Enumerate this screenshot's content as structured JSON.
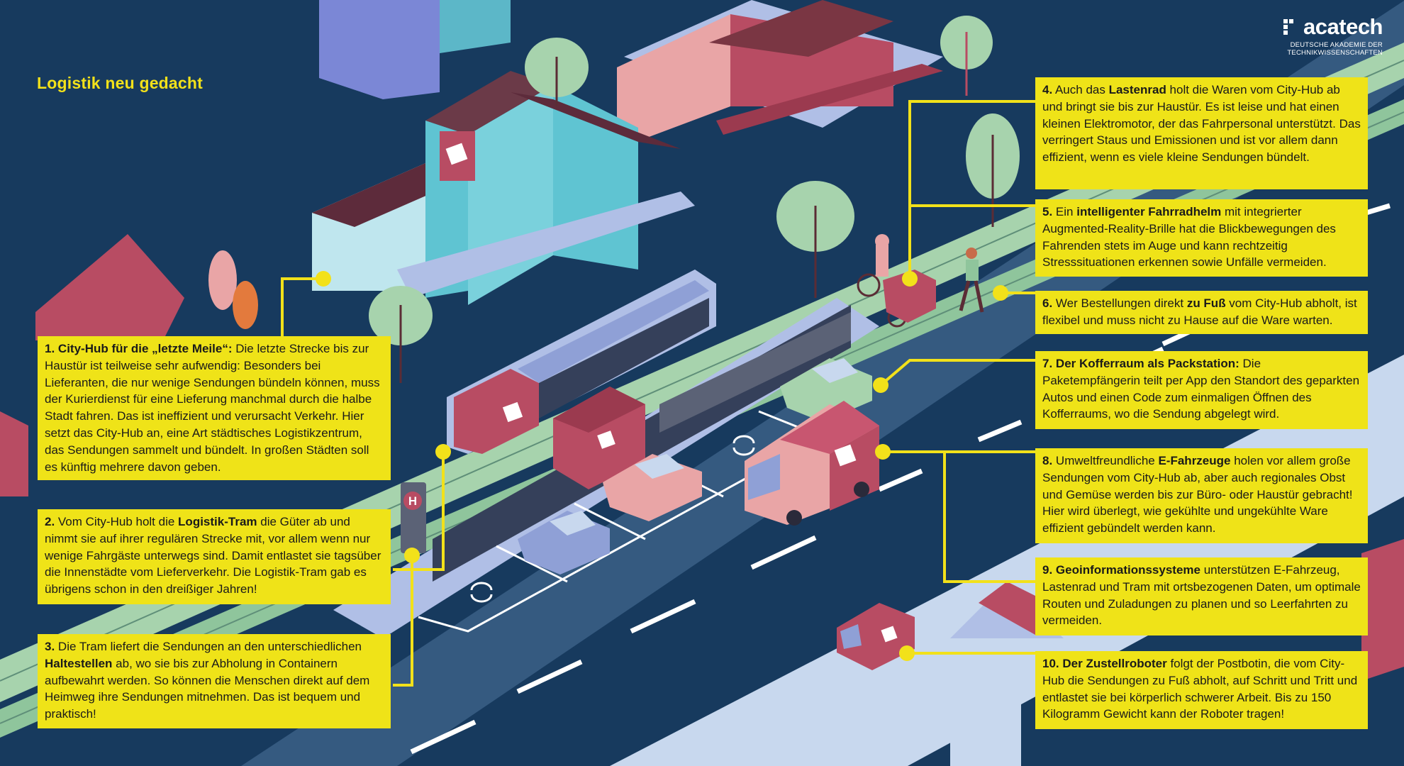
{
  "page": {
    "title": "Logistik neu gedacht"
  },
  "logo": {
    "name": "acatech",
    "subtitle": "DEUTSCHE AKADEMIE DER TECHNIKWISSENSCHAFTEN",
    "icon": "acatech-logo-mark"
  },
  "colors": {
    "background": "#173a5e",
    "callout": "#efe318",
    "leader": "#f2e11a",
    "title": "#f2e11a"
  },
  "scene": {
    "stop_sign": "H",
    "icons": [
      "parcel-icon",
      "recycle-arrows-icon",
      "haltestelle-sign-icon",
      "tree-icon",
      "tram-icon",
      "cargo-bike-icon",
      "e-van-icon",
      "delivery-robot-icon",
      "pedestrian-icon",
      "car-icon"
    ]
  },
  "callouts": [
    {
      "num": "1.",
      "head": "City-Hub für die „letzte Meile“:",
      "pre": "",
      "after": " Die letzte Strecke bis zur Haustür ist teilweise sehr aufwendig: Besonders bei Lieferanten, die nur wenige Sendungen bündeln können, muss der Kurierdienst für eine Lieferung manchmal durch die halbe Stadt fahren. Das ist ineffizient und verursacht Verkehr. Hier setzt das City-Hub an, eine Art städtisches Logistikzentrum, das Sendungen sammelt und bündelt. In großen Städten soll es künftig mehrere davon geben."
    },
    {
      "num": "2.",
      "head": "Logistik-Tram",
      "pre": " Vom City-Hub holt die ",
      "after": " die Güter ab und nimmt sie auf ihrer regulären Strecke mit, vor allem wenn nur wenige Fahrgäste unterwegs sind. Damit entlastet sie tagsüber die Innenstädte vom Lieferverkehr. Die Logistik-Tram gab es übrigens schon in den dreißiger Jahren!"
    },
    {
      "num": "3.",
      "head": "Haltestellen",
      "pre": " Die Tram liefert die Sendungen an den unterschiedlichen ",
      "after": " ab, wo sie bis zur Abholung in Containern aufbewahrt werden. So können die Menschen direkt auf dem Heimweg ihre Sendungen mitnehmen. Das ist bequem und praktisch!"
    },
    {
      "num": "4.",
      "head": "Lastenrad",
      "pre": " Auch das ",
      "after": " holt die Waren vom City-Hub ab und bringt sie bis zur Haustür. Es ist leise und hat einen kleinen Elektromotor, der das Fahrpersonal unterstützt. Das verringert Staus und Emissionen und ist vor allem dann effizient, wenn es viele kleine Sendungen bündelt."
    },
    {
      "num": "5.",
      "head": "intelligenter Fahrradhelm",
      "pre": " Ein ",
      "after": " mit integrierter Augmented-Reality-Brille hat die Blickbewegungen des Fahrenden stets im Auge und kann rechtzeitig Stresssituationen erkennen sowie Unfälle vermeiden."
    },
    {
      "num": "6.",
      "head": "zu Fuß",
      "pre": " Wer Bestellungen direkt ",
      "after": " vom City-Hub abholt, ist flexibel und muss nicht zu Hause auf die Ware warten."
    },
    {
      "num": "7.",
      "head": "Der Kofferraum als Packstation:",
      "pre": "",
      "after": " Die Paketempfängerin teilt per App den Standort des geparkten Autos und einen Code zum einmaligen Öffnen des Kofferraums, wo die Sendung abgelegt wird."
    },
    {
      "num": "8.",
      "head": "E-Fahrzeuge",
      "pre": " Umweltfreundliche ",
      "after": " holen vor allem große Sendungen vom City-Hub ab, aber auch regionales Obst und Gemüse werden bis zur Büro- oder Haustür gebracht! Hier wird überlegt, wie gekühlte und ungekühlte Ware effizient gebündelt werden kann."
    },
    {
      "num": "9.",
      "head": "Geoinformationssysteme",
      "pre": "",
      "after": " unterstützen E-Fahrzeug, Lastenrad und Tram mit ortsbezogenen Daten, um optimale Routen und Zuladungen zu planen und so Leerfahrten zu vermeiden."
    },
    {
      "num": "10.",
      "head": "Der Zustellroboter",
      "pre": "",
      "after": " folgt der Postbotin, die vom City-Hub die Sendungen zu Fuß abholt, auf Schritt und Tritt und entlastet sie bei körperlich schwerer Arbeit. Bis zu 150 Kilogramm Gewicht kann der Roboter tragen!"
    }
  ]
}
